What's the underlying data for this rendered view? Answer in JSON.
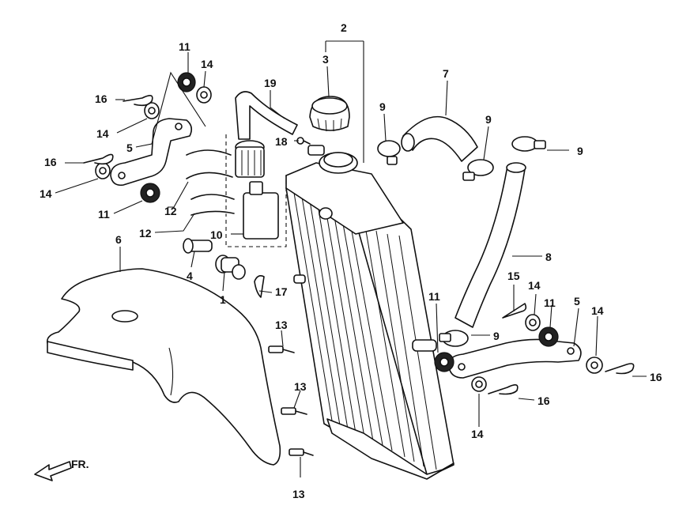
{
  "callouts": {
    "c1": "1",
    "c2": "2",
    "c3": "3",
    "c4": "4",
    "c5a": "5",
    "c5b": "5",
    "c6": "6",
    "c7": "7",
    "c8": "8",
    "c9a": "9",
    "c9b": "9",
    "c9c": "9",
    "c9d": "9",
    "c10": "10",
    "c11a": "11",
    "c11b": "11",
    "c11c": "11",
    "c11d": "11",
    "c12a": "12",
    "c12b": "12",
    "c13a": "13",
    "c13b": "13",
    "c13c": "13",
    "c14a": "14",
    "c14b": "14",
    "c14c": "14",
    "c14d": "14",
    "c14e": "14",
    "c14f": "14",
    "c15": "15",
    "c16a": "16",
    "c16b": "16",
    "c16c": "16",
    "c16d": "16",
    "c17": "17",
    "c18": "18",
    "c19": "19"
  },
  "direction": {
    "label": "FR."
  },
  "colors": {
    "ink": "#111111",
    "paper": "#ffffff"
  }
}
